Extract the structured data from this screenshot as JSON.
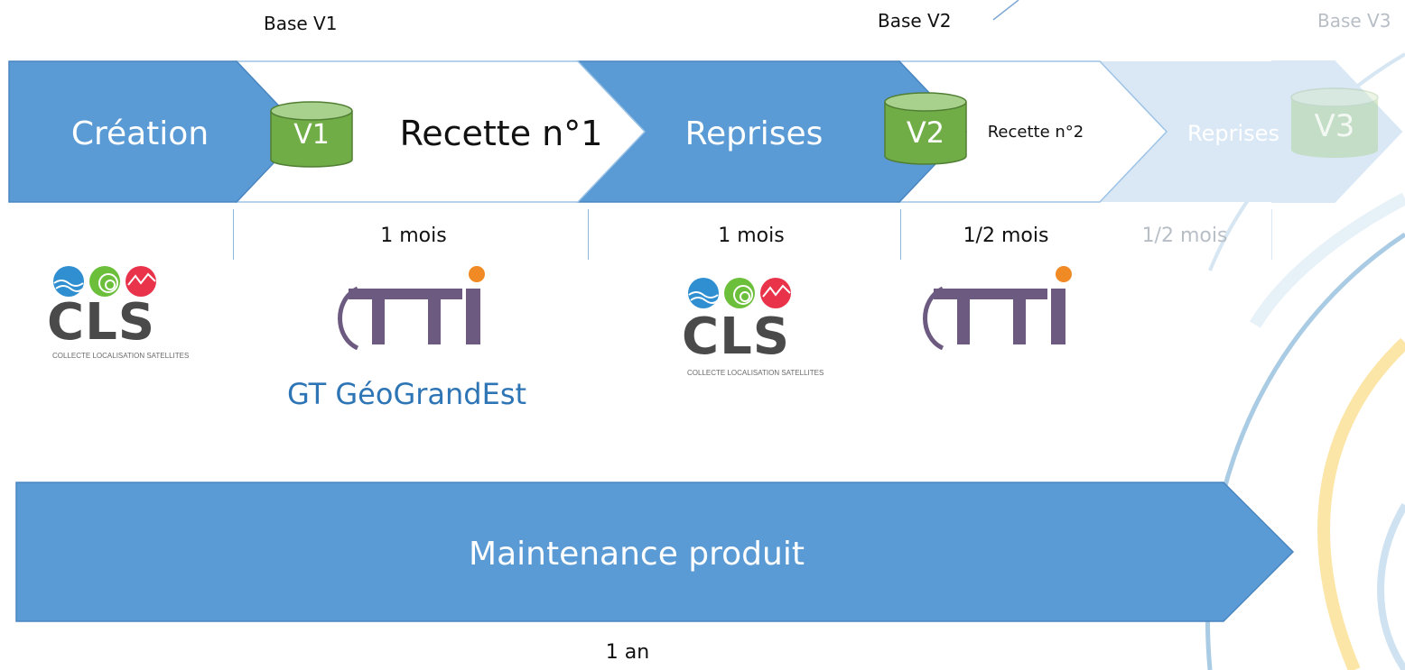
{
  "bases": {
    "v1_label": "Base V1",
    "v2_label": "Base V2",
    "v3_label": "Base V3"
  },
  "phases": {
    "creation": "Création",
    "recette1": "Recette n°1",
    "reprises1": "Reprises",
    "recette2": "Recette n°2",
    "reprises2": "Reprises"
  },
  "databases": {
    "v1": "V1",
    "v2": "V2",
    "v3": "V3"
  },
  "durations": {
    "d1": "1 mois",
    "d2": "1 mois",
    "d3": "1/2 mois",
    "d4": "1/2 mois"
  },
  "logos": {
    "cls_word": "CLS",
    "cls_subtitle": "COLLECTE LOCALISATION SATELLITES",
    "tti_word": "TTI",
    "group_label": "GT GéoGrandEst"
  },
  "maintenance": {
    "label": "Maintenance produit",
    "duration": "1 an"
  },
  "colors": {
    "blue": "#5b9bd5",
    "blue_faded": "#dae8f6",
    "green": "#70ad47",
    "text_faded": "#b8bec6",
    "tti_purple": "#6c5a80",
    "tti_dot": "#f08a24",
    "cls_blue": "#2f8fd0",
    "cls_green": "#6cbf3a",
    "cls_red": "#e8334a"
  }
}
